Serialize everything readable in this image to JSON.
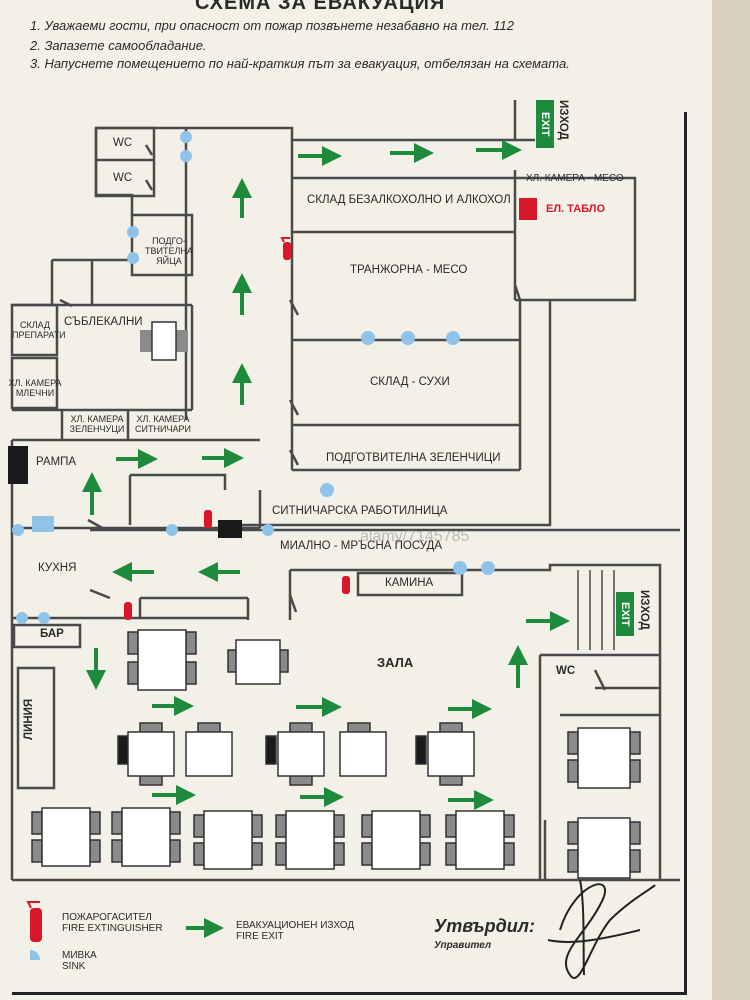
{
  "title": "СХЕМА ЗА ЕВАКУАЦИЯ",
  "instructions": [
    "1. Уважаеми гости, при опасност от пожар позвънете незабавно на тел. 112",
    "2. Запазете самообладание.",
    "3. Напуснете помещението по най-краткия път за евакуация, отбелязан на схемата."
  ],
  "exits": [
    {
      "sign": "EXIT",
      "label": "ИЗХОД"
    },
    {
      "sign": "EXIT",
      "label": "ИЗХОД"
    }
  ],
  "rooms": {
    "wc_1": "WC",
    "wc_2": "WC",
    "wc_3": "WC",
    "prep_eggs": "ПОДГО-\nТВИТЕЛНА\nЯЙЦА",
    "changing": "СЪБЛЕКАЛНИ",
    "store_preps": "СКЛАД\nПРЕПАРАТИ",
    "cold_dairy": "ХЛ. КАМЕРА\nМЛЕЧНИ",
    "cold_veg": "ХЛ. КАМЕРА\nЗЕЛЕНЧУЦИ",
    "cold_grocery": "ХЛ. КАМЕРА\nСИТНИЧАРИ",
    "ramp": "РАМПА",
    "kitchen": "КУХНЯ",
    "bar": "БАР",
    "line": "ЛИНИЯ",
    "hall": "ЗАЛА",
    "store_drinks": "СКЛАД БЕЗАЛКОХОЛНО И АЛКОХОЛ",
    "cold_meat": "ХЛ. КАМЕРА - МЕСО",
    "el_panel": "ЕЛ. ТАБЛО",
    "meat_cutting": "ТРАНЖОРНА - МЕСО",
    "store_dry": "СКЛАД - СУХИ",
    "prep_veg": "ПОДГОТВИТЕЛНА ЗЕЛЕНЧИЦИ",
    "grocery_workshop": "СИТНИЧАРСКА РАБОТИЛНИЦА",
    "dish_washing": "МИАЛНО - МРЪСНА ПОСУДА",
    "fireplace": "КАМИНА"
  },
  "legend": {
    "extinguisher": "ПОЖАРОГАСИТЕЛ\nFIRE EXTINGUISHER",
    "fire_exit": "ЕВАКУАЦИОНЕН ИЗХОД\nFIRE EXIT",
    "sink": "МИВКА\nSINK"
  },
  "approval": {
    "label": "Утвърдил:",
    "role": "Управител"
  },
  "watermark": "alamy/7145785",
  "colors": {
    "arrow": "#1e8a3c",
    "exit_sign": "#1e8a3c",
    "extinguisher": "#d8182a",
    "el_panel": "#d8182a",
    "sink": "#8fc3e8",
    "wall": "#4a4a4a",
    "table": "#ffffff",
    "chair": "#8a8a8a"
  }
}
